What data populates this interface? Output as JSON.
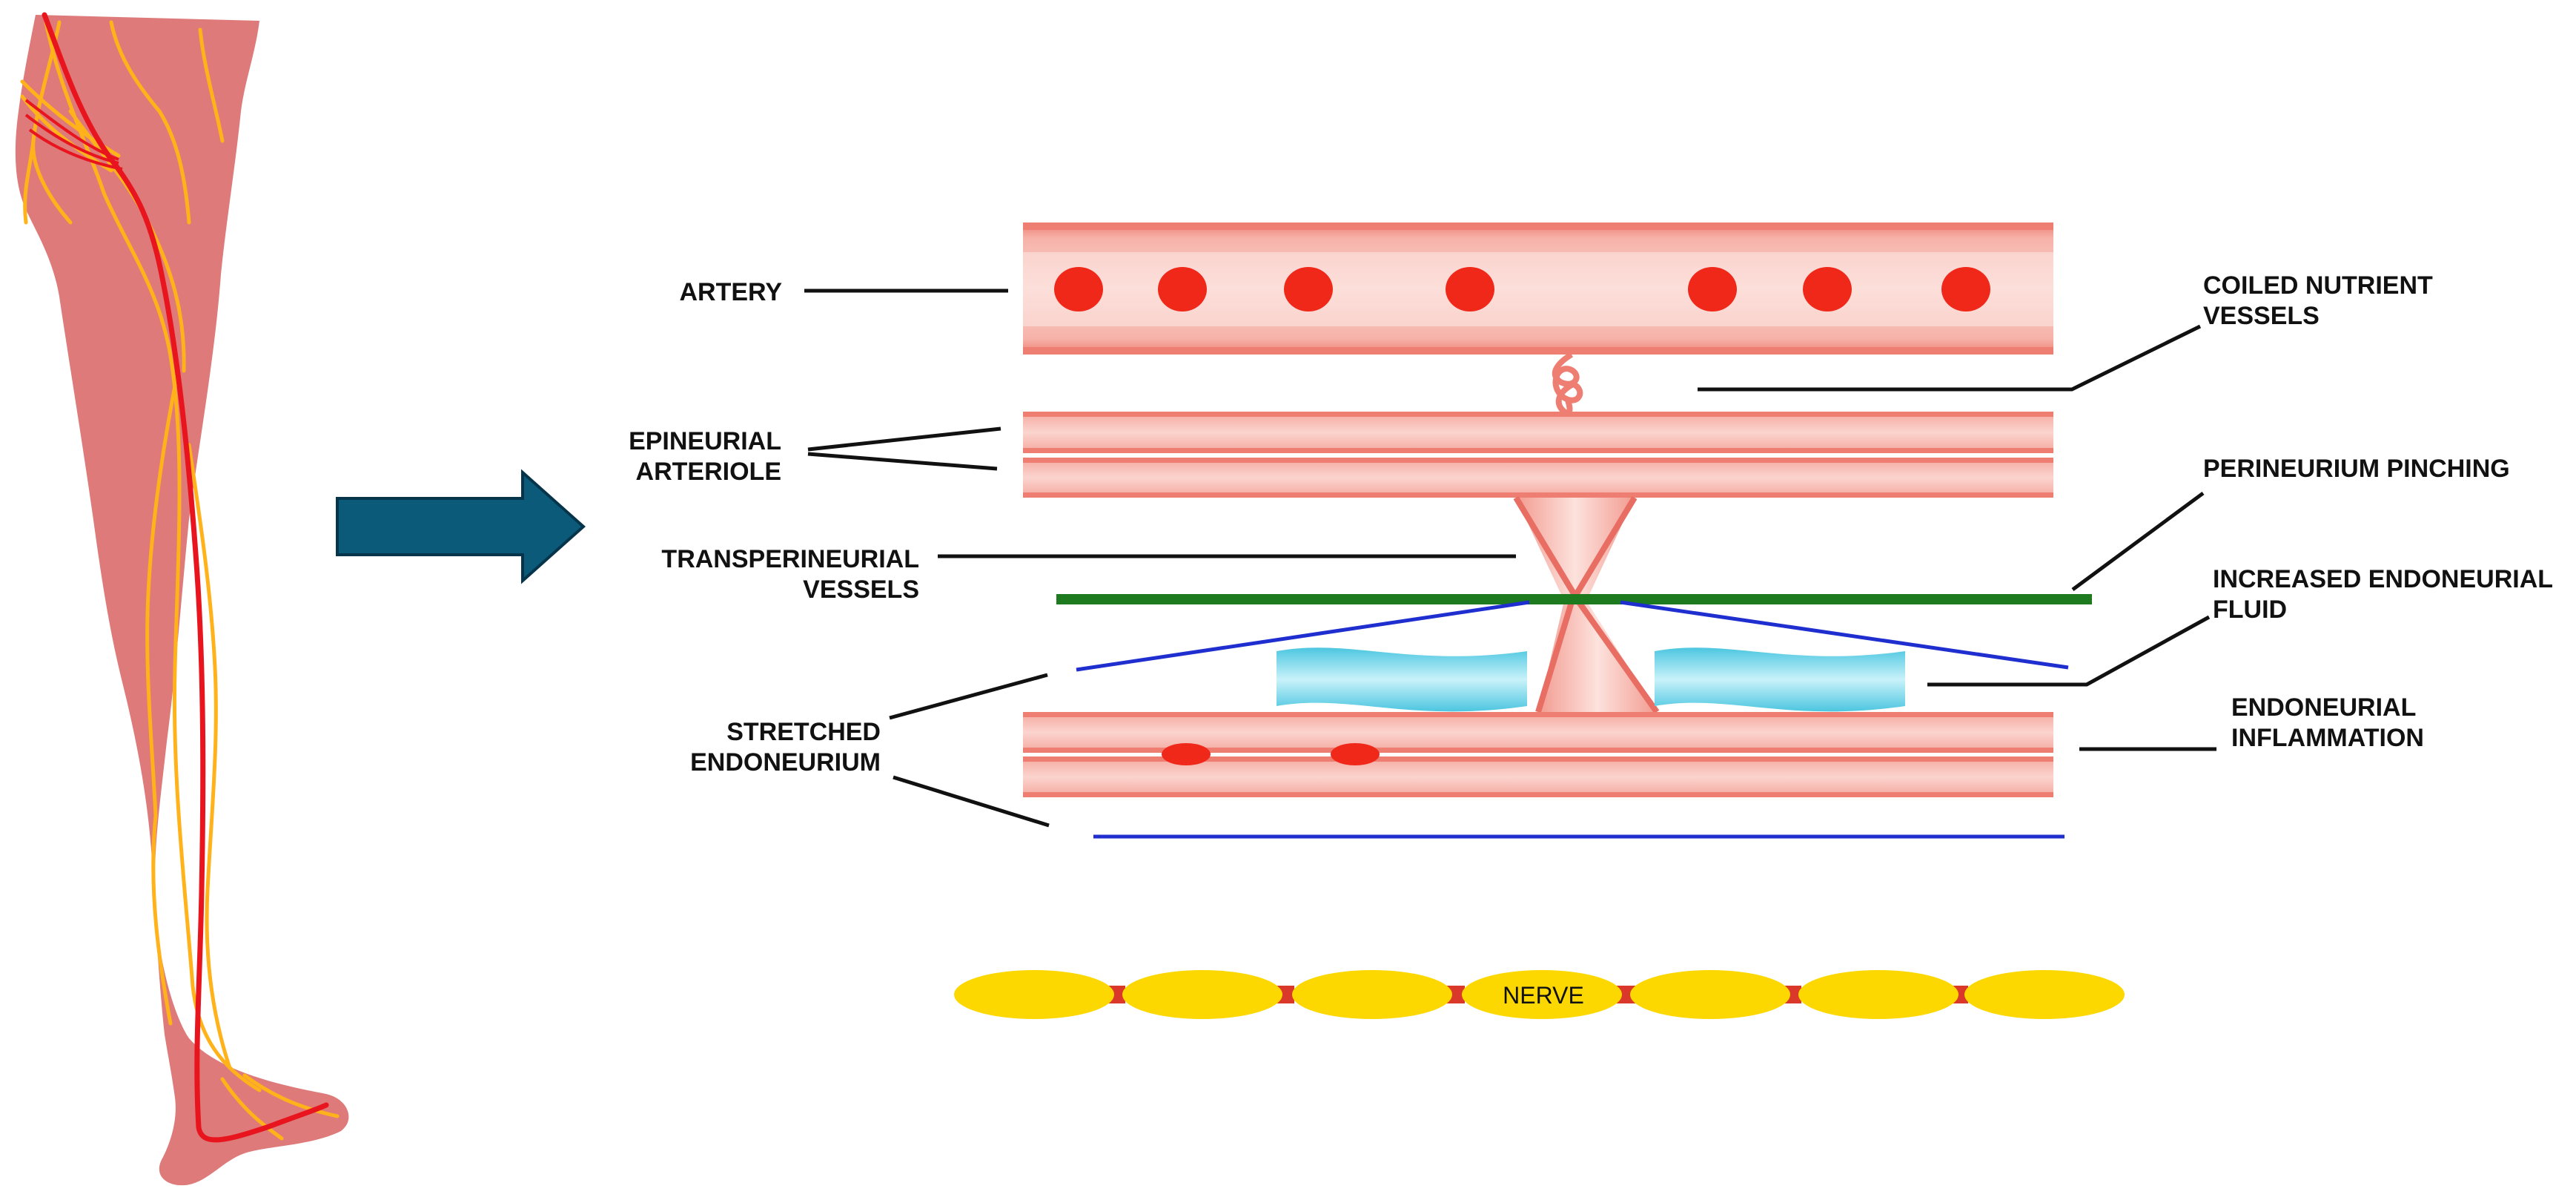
{
  "labels": {
    "artery": "ARTERY",
    "epineurial_1": "EPINEURIAL",
    "epineurial_2": "ARTERIOLE",
    "transperineurial_1": "TRANSPERINEURIAL",
    "transperineurial_2": "VESSELS",
    "stretched_1": "STRETCHED",
    "stretched_2": "ENDONEURIUM",
    "coiled_1": "COILED NUTRIENT",
    "coiled_2": "VESSELS",
    "perineurium": "PERINEURIUM PINCHING",
    "fluid_1": "INCREASED ENDONEURIAL",
    "fluid_2": "FLUID",
    "inflammation_1": "ENDONEURIAL",
    "inflammation_2": "INFLAMMATION",
    "nerve": "NERVE"
  },
  "icons": {
    "leg": "leg-anatomy-icon",
    "arrow": "right-arrow-icon"
  },
  "colors": {
    "skin": "#de7a7a",
    "artery_red": "#e8151f",
    "nerve_yellow": "#ffb21a",
    "vessel_wall": "#ef8a80",
    "vessel_fill": "#f6b5ad",
    "vessel_light": "#fbd3cd",
    "rbc": "#f0281a",
    "arrow": "#0b5a7a",
    "perineurium": "#1e7a1e",
    "endoneurium": "#1f2fcf",
    "fluid": "#5cd0e6",
    "nerve_segment": "#fcd800",
    "node": "#d9382a"
  }
}
